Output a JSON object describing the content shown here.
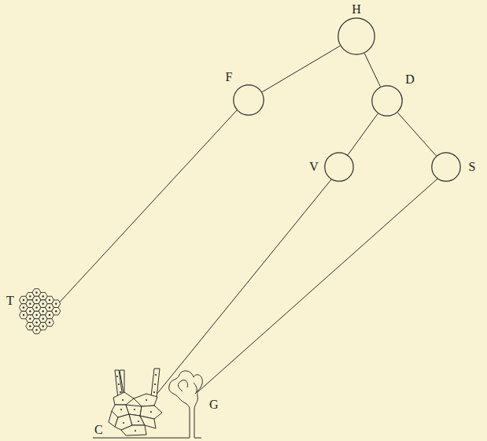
{
  "diagram": {
    "nodes": [
      {
        "text": [
          "H"
        ]
      },
      {
        "text": [
          "F"
        ]
      },
      {
        "text": [
          "D"
        ]
      },
      {
        "text": [
          "V"
        ]
      },
      {
        "text": [
          "S"
        ]
      }
    ],
    "edges": [
      {
        "from": 0,
        "to": 1,
        "arrow": "none"
      },
      {
        "from": 0,
        "to": 2,
        "arrow": "none"
      },
      {
        "from": 2,
        "to": 3,
        "arrow": "none"
      },
      {
        "from": 2,
        "to": 4,
        "arrow": "none"
      }
    ],
    "labels": [
      "T",
      "C",
      "G"
    ]
  }
}
